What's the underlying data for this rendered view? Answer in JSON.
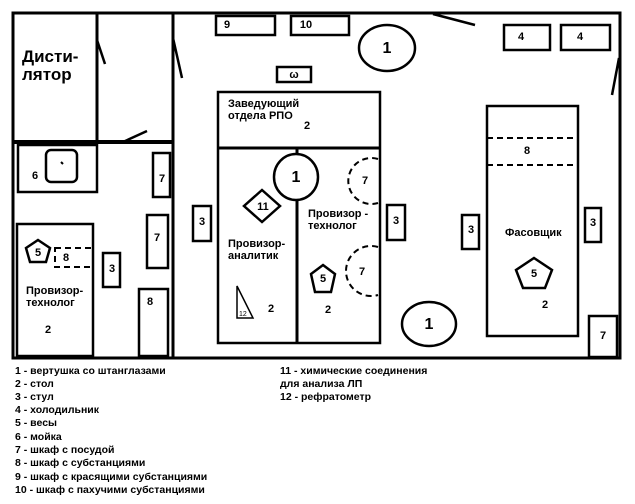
{
  "rooms": {
    "distillator": [
      "Дисти-",
      "лятор"
    ],
    "head": [
      "Заведующий",
      "отдела РПО"
    ],
    "analyst": [
      "Провизор-",
      "аналитик"
    ],
    "technologist_mid": [
      "Провизор -",
      "технолог"
    ],
    "technologist_left": [
      "Провизор-",
      "технолог"
    ],
    "packer": "Фасовщик"
  },
  "marks": {
    "m1": "1",
    "m2": "2",
    "m3": "3",
    "m4": "4",
    "m5": "5",
    "m6": "6",
    "m7": "7",
    "m8": "8",
    "m9": "9",
    "m10": "10",
    "m11": "11",
    "m12": "12",
    "m3rot": "ω"
  },
  "legend": {
    "left": [
      "1 - вертушка со штанглазами",
      "2 - стол",
      "3 - стул",
      "4 - холодильник",
      "5 - весы",
      "6 - мойка",
      "7 - шкаф с посудой",
      "8 - шкаф с субстанциями",
      "9 - шкаф с красящими субстанциями",
      "10 - шкаф с пахучими субстанциями"
    ],
    "right": [
      "11 - химические соединения",
      "для анализа ЛП",
      "12 - рефратометр"
    ]
  }
}
